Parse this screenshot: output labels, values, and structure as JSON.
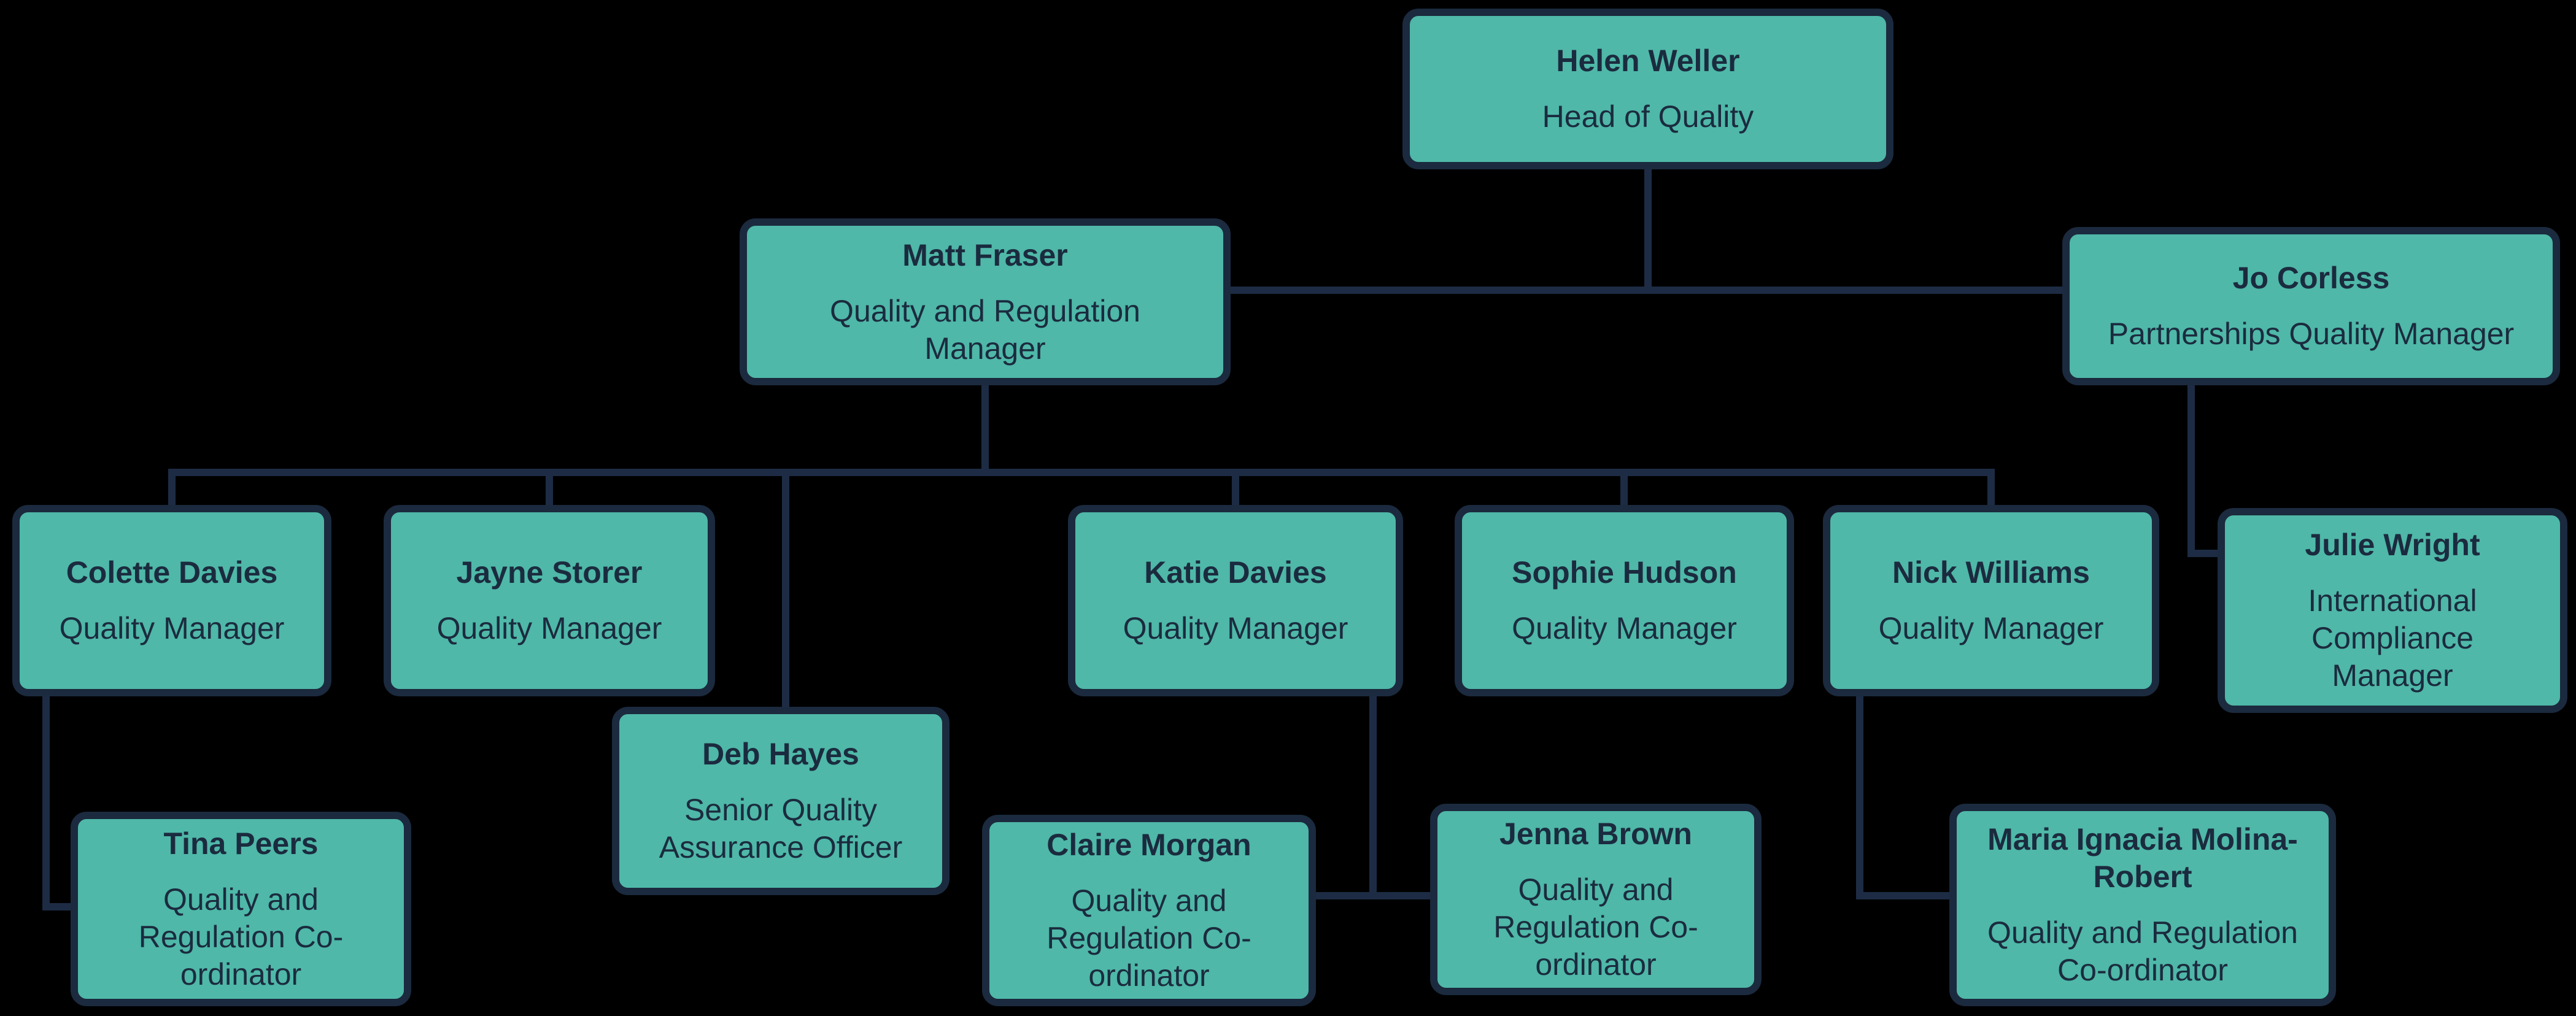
{
  "diagram": {
    "type": "org-chart",
    "background_color": "#000000",
    "node_fill_color": "#4FB8A8",
    "node_border_color": "#1B2A3E",
    "text_color": "#1B2B3F",
    "connector_color": "#1D2C44",
    "nodes": [
      {
        "id": "helen",
        "name": "Helen Weller",
        "title": "Head of Quality",
        "reports_to": null
      },
      {
        "id": "matt",
        "name": "Matt Fraser",
        "title": "Quality and Regulation\nManager",
        "reports_to": "helen"
      },
      {
        "id": "jo",
        "name": "Jo Corless",
        "title": "Partnerships Quality Manager",
        "reports_to": "helen"
      },
      {
        "id": "colette",
        "name": "Colette Davies",
        "title": "Quality Manager",
        "reports_to": "matt"
      },
      {
        "id": "jayne",
        "name": "Jayne Storer",
        "title": "Quality Manager",
        "reports_to": "matt"
      },
      {
        "id": "deb",
        "name": "Deb Hayes",
        "title": "Senior Quality\nAssurance Officer",
        "reports_to": "matt"
      },
      {
        "id": "katie",
        "name": "Katie Davies",
        "title": "Quality Manager",
        "reports_to": "matt"
      },
      {
        "id": "sophie",
        "name": "Sophie Hudson",
        "title": "Quality Manager",
        "reports_to": "matt"
      },
      {
        "id": "nick",
        "name": "Nick Williams",
        "title": "Quality Manager",
        "reports_to": "matt"
      },
      {
        "id": "julie",
        "name": "Julie Wright",
        "title": "International\nCompliance\nManager",
        "reports_to": "jo"
      },
      {
        "id": "tina",
        "name": "Tina Peers",
        "title": "Quality and\nRegulation Co-\nordinator",
        "reports_to": "colette"
      },
      {
        "id": "claire",
        "name": "Claire Morgan",
        "title": "Quality and\nRegulation Co-\nordinator",
        "reports_to": "katie"
      },
      {
        "id": "jenna",
        "name": "Jenna Brown",
        "title": "Quality and\nRegulation Co-\nordinator",
        "reports_to": "katie"
      },
      {
        "id": "maria",
        "name": "Maria Ignacia Molina-Robert",
        "title": "Quality and Regulation\nCo-ordinator",
        "reports_to": "nick"
      }
    ]
  }
}
